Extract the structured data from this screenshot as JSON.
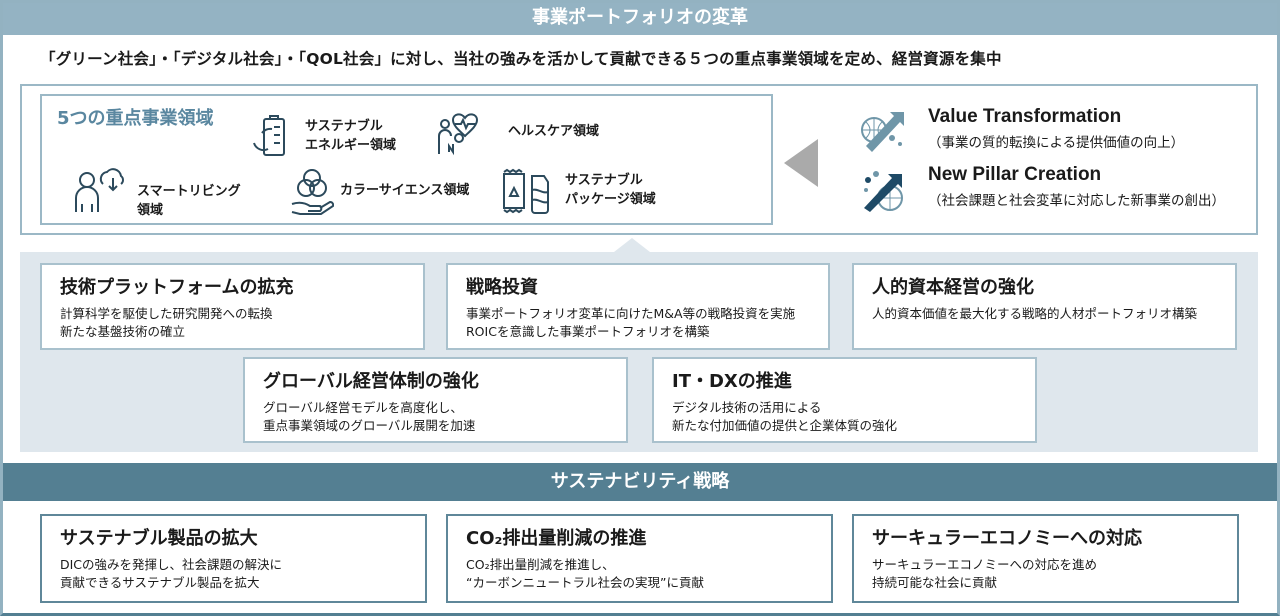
{
  "header": {
    "title": "事業ポートフォリオの変革"
  },
  "intro": "「グリーン社会」・「デジタル社会」・「QOL社会」に対し、当社の強みを活かして貢献できる５つの重点事業領域を定め、経営資源を集中",
  "focus_areas": {
    "title": "5つの重点事業領域",
    "items": [
      {
        "line1": "サステナブル",
        "line2": "エネルギー領域",
        "icon": "energy-cycle-icon"
      },
      {
        "line1": "ヘルスケア領域",
        "line2": "",
        "icon": "healthcare-icon"
      },
      {
        "line1": "スマートリビング",
        "line2": "領域",
        "icon": "smart-living-icon"
      },
      {
        "line1": "カラーサイエンス領域",
        "line2": "",
        "icon": "color-science-icon"
      },
      {
        "line1": "サステナブル",
        "line2": "パッケージ領域",
        "icon": "package-icon"
      }
    ]
  },
  "transformation": [
    {
      "title": "Value Transformation",
      "subtitle": "（事業の質的転換による提供価値の向上）",
      "icon": "globe-arrow-icon",
      "color": "#6f96a8"
    },
    {
      "title": "New Pillar Creation",
      "subtitle": "（社会課題と社会変革に対応した新事業の創出）",
      "icon": "globe-arrow-icon",
      "color": "#1e4a66"
    }
  ],
  "strategies": [
    {
      "title": "技術プラットフォームの拡充",
      "lines": [
        "計算科学を駆使した研究開発への転換",
        "新たな基盤技術の確立"
      ]
    },
    {
      "title": "戦略投資",
      "lines": [
        "事業ポートフォリオ変革に向けたM&A等の戦略投資を実施",
        "ROICを意識した事業ポートフォリオを構築"
      ]
    },
    {
      "title": "人的資本経営の強化",
      "lines": [
        "人的資本価値を最大化する戦略的人材ポートフォリオ構築",
        ""
      ]
    },
    {
      "title": "グローバル経営体制の強化",
      "lines": [
        "グローバル経営モデルを高度化し、",
        "重点事業領域のグローバル展開を加速"
      ]
    },
    {
      "title": "IT・DXの推進",
      "lines": [
        "デジタル技術の活用による",
        "新たな付加価値の提供と企業体質の強化"
      ]
    }
  ],
  "sustainability": {
    "title": "サステナビリティ戦略",
    "items": [
      {
        "title": "サステナブル製品の拡大",
        "lines": [
          "DICの強みを発揮し、社会課題の解決に",
          "貢献できるサステナブル製品を拡大"
        ]
      },
      {
        "title": "CO₂排出量削減の推進",
        "lines": [
          "CO₂排出量削減を推進し、",
          "“カーボンニュートラル社会の実現”に貢献"
        ]
      },
      {
        "title": "サーキュラーエコノミーへの対応",
        "lines": [
          "サーキュラーエコノミーへの対応を進め",
          "持続可能な社会に貢献"
        ]
      }
    ]
  }
}
